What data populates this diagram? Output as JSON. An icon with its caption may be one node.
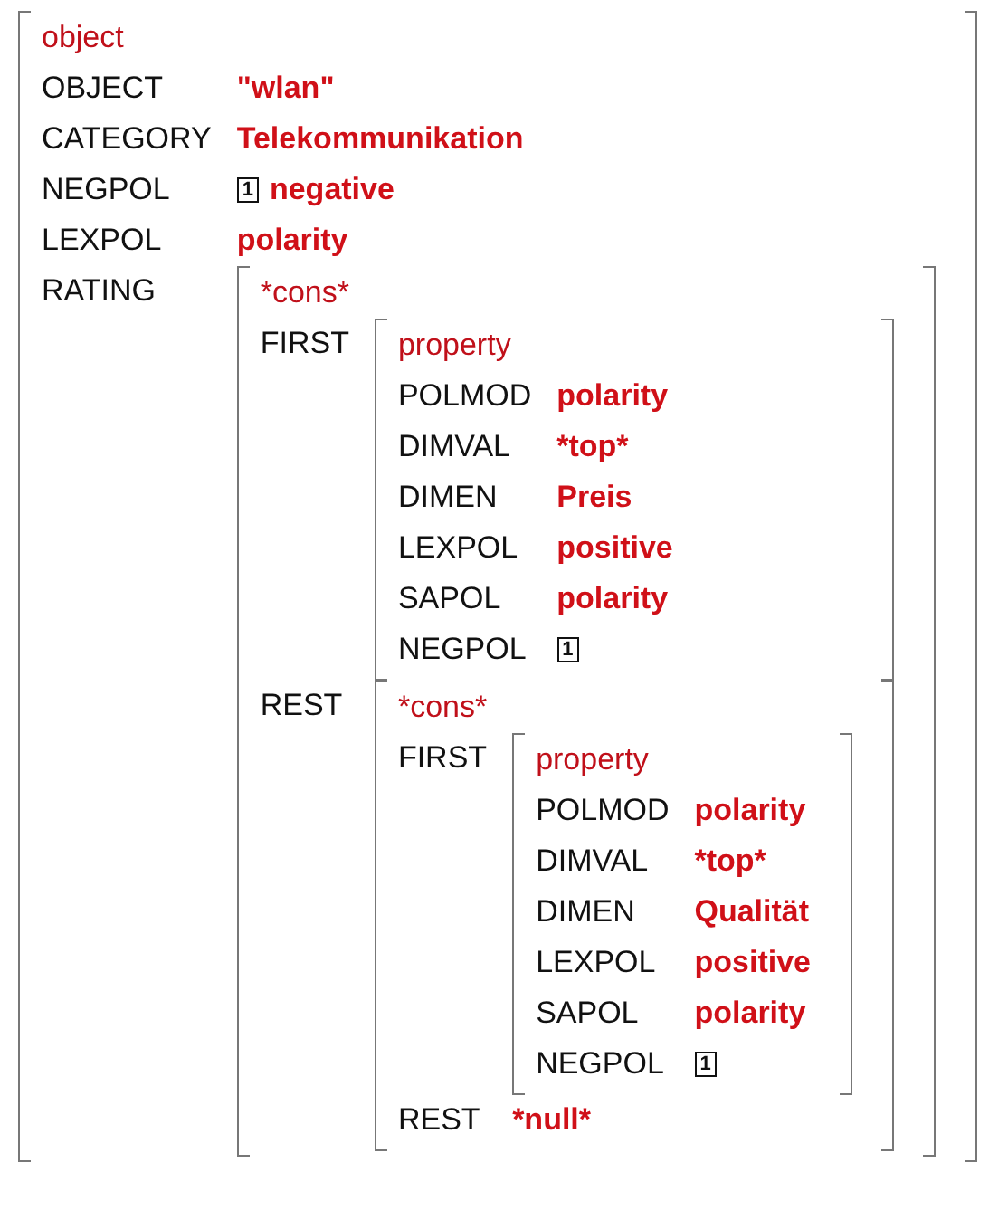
{
  "diagram": {
    "nodes": [
      {
        "text": [
          "object",
          "OBJECT",
          "\"wlan\"",
          "CATEGORY",
          "Telekommunikation",
          "NEGPOL",
          "negative",
          "LEXPOL",
          "polarity",
          "RATING"
        ]
      },
      {
        "text": [
          "1"
        ],
        "in": 0
      },
      {
        "text": [
          "*cons*",
          "FIRST",
          "REST"
        ],
        "in": 0
      },
      {
        "text": [
          "property",
          "POLMOD",
          "polarity",
          "DIMVAL",
          "*top*",
          "DIMEN",
          "Preis",
          "LEXPOL",
          "positive",
          "SAPOL",
          "polarity",
          "NEGPOL"
        ],
        "in": 2
      },
      {
        "text": [
          "1"
        ],
        "in": 3
      },
      {
        "text": [
          "*cons*",
          "FIRST",
          "REST",
          "*null*"
        ],
        "in": 2
      },
      {
        "text": [
          "property",
          "POLMOD",
          "polarity",
          "DIMVAL",
          "*top*",
          "DIMEN",
          "Qualität",
          "LEXPOL",
          "positive",
          "SAPOL",
          "polarity",
          "NEGPOL"
        ],
        "in": 5
      },
      {
        "text": [
          "1"
        ],
        "in": 6
      }
    ],
    "edges": []
  }
}
